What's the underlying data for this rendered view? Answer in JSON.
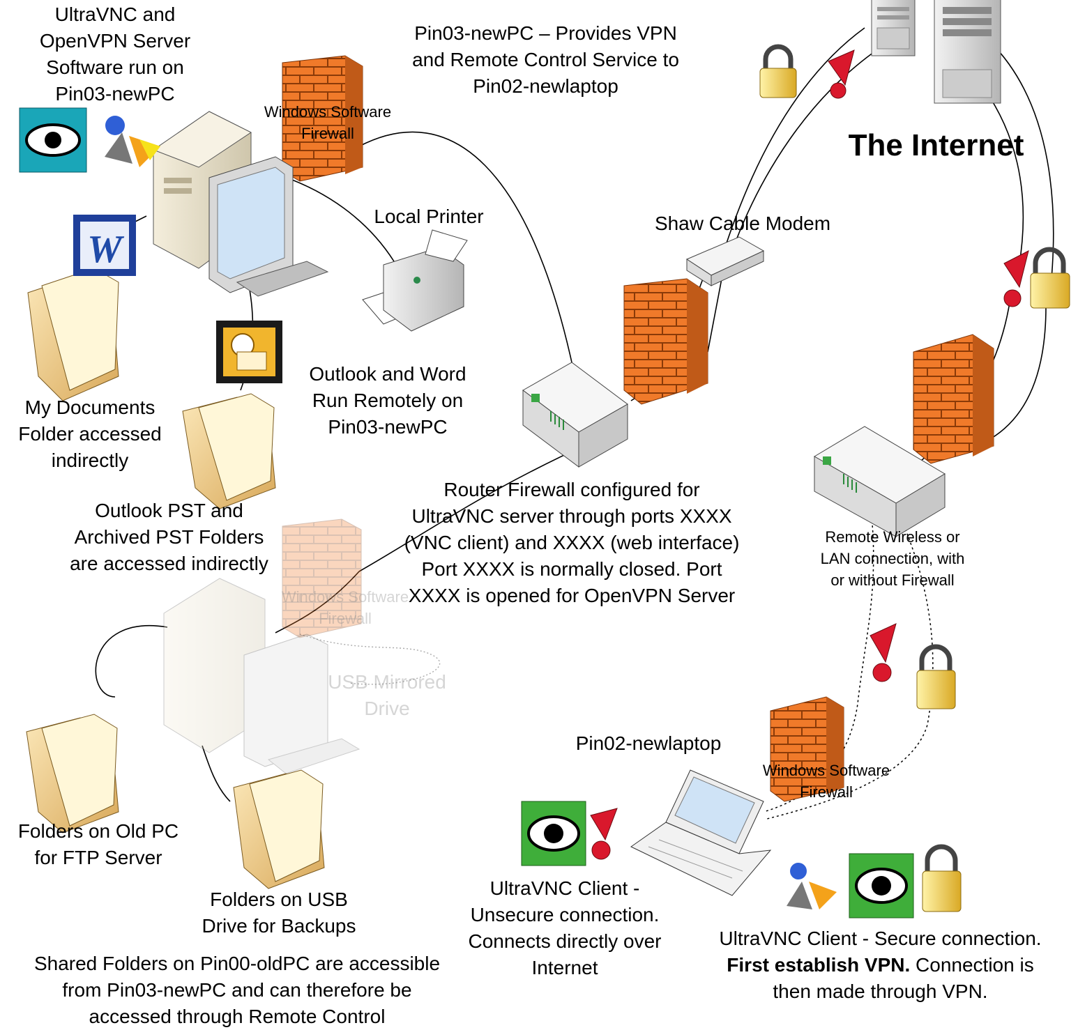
{
  "labels": {
    "server_software": [
      "UltraVNC and",
      "OpenVPN Server",
      "Software run on",
      "Pin03-newPC"
    ],
    "provides_vpn": [
      "Pin03-newPC – Provides VPN",
      "and Remote Control Service to",
      "Pin02-newlaptop"
    ],
    "internet": "The Internet",
    "firewall_top": [
      "Windows Software",
      "Firewall"
    ],
    "local_printer": "Local Printer",
    "cable_modem": "Shaw Cable Modem",
    "outlook_word": [
      "Outlook and Word",
      "Run Remotely on",
      "Pin03-newPC"
    ],
    "my_documents": [
      "My Documents",
      "Folder accessed",
      "indirectly"
    ],
    "outlook_pst": [
      "Outlook PST and",
      "Archived PST Folders",
      "are accessed indirectly"
    ],
    "router_note": [
      "Router Firewall configured for",
      "UltraVNC server through ports XXXX",
      "(VNC client) and XXXX (web interface)",
      "Port XXXX is normally closed. Port",
      "XXXX is opened for OpenVPN Server"
    ],
    "remote_wireless": [
      "Remote Wireless or",
      "LAN connection, with",
      "or without Firewall"
    ],
    "firewall_old": [
      "Windows Software",
      "Firewall"
    ],
    "usb_mirrored": [
      "USB Mirrored",
      "Drive"
    ],
    "laptop": "Pin02-newlaptop",
    "firewall_laptop": [
      "Windows Software",
      "Firewall"
    ],
    "folders_ftp": [
      "Folders on Old PC",
      "for FTP Server"
    ],
    "folders_usb": [
      "Folders on USB",
      "Drive for Backups"
    ],
    "client_unsecure": [
      "UltraVNC Client -",
      "Unsecure connection.",
      "Connects directly over",
      "Internet"
    ],
    "client_secure_line1": "UltraVNC Client - Secure connection.",
    "client_secure_bold": "First establish VPN.",
    "client_secure_rest": " Connection is",
    "client_secure_line3": "then made through VPN.",
    "shared_folders": [
      "Shared Folders on Pin00-oldPC are accessible",
      "from Pin03-newPC and can therefore be",
      "accessed through Remote Control"
    ]
  },
  "icons": [
    "eye-icon",
    "network-icon",
    "word-icon",
    "outlook-icon",
    "folder-icon",
    "lock-icon",
    "warning-icon",
    "firewall-icon",
    "router-icon",
    "server-icon",
    "laptop-icon",
    "printer-icon",
    "modem-icon",
    "desktop-pc-icon"
  ],
  "colors": {
    "firewall": "#f07a2a",
    "folder": "#f2cf8a",
    "lock": "#f4d25a",
    "warning": "#d9182c",
    "eye_blue": "#1aa6b8",
    "eye_green": "#3fae3a",
    "word": "#1f4aa8"
  }
}
